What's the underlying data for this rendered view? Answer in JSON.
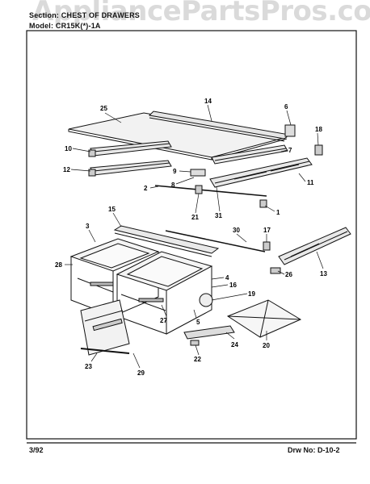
{
  "watermark": "AppliancePartsPros.com",
  "header": {
    "section_line": "Section: CHEST OF DRAWERS",
    "model_line": "Model: CR15K(*)-1A"
  },
  "footer": {
    "date": "3/92",
    "drawing_number": "Drw No: D-10-2"
  },
  "callouts": {
    "c1": "1",
    "c2": "2",
    "c3": "3",
    "c4": "4",
    "c5": "5",
    "c6": "6",
    "c7": "7",
    "c8": "8",
    "c9": "9",
    "c10": "10",
    "c11": "11",
    "c12": "12",
    "c13": "13",
    "c14": "14",
    "c15": "15",
    "c16": "16",
    "c17": "17",
    "c18": "18",
    "c19": "19",
    "c20": "20",
    "c21": "21",
    "c22": "22",
    "c23": "23",
    "c24": "24",
    "c25": "25",
    "c26": "26",
    "c27": "27",
    "c28": "28",
    "c29": "29",
    "c30": "30",
    "c31": "31"
  }
}
